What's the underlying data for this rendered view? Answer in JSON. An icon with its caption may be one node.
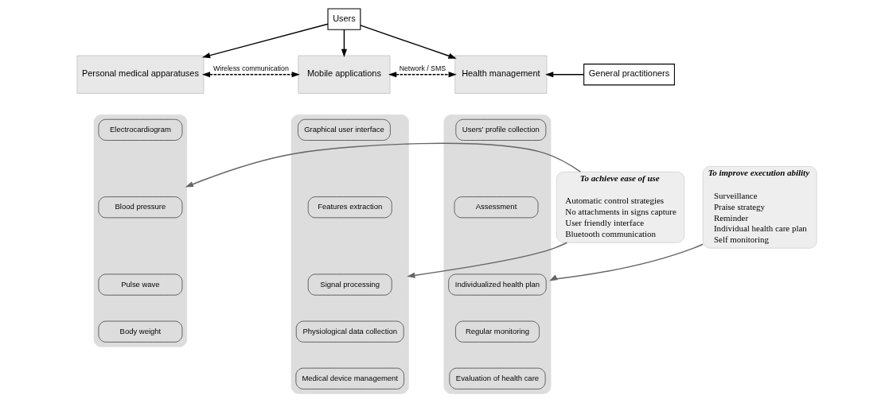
{
  "diagram": {
    "nodes": [
      {
        "text": [
          "Users"
        ]
      },
      {
        "text": [
          "Personal medical apparatuses"
        ]
      },
      {
        "text": [
          "Mobile applications"
        ]
      },
      {
        "text": [
          "Health management"
        ]
      },
      {
        "text": [
          "General practitioners"
        ]
      },
      {
        "text": [],
        "shape": "box"
      },
      {
        "text": [
          "Electrocardiogram"
        ],
        "in": 5
      },
      {
        "text": [
          "Blood pressure"
        ],
        "in": 5
      },
      {
        "text": [
          "Pulse wave"
        ],
        "in": 5
      },
      {
        "text": [
          "Body weight"
        ],
        "in": 5
      },
      {
        "text": [
          "To achieve ease of use",
          "Automatic control strategies",
          "No attachments in signs capture",
          "User friendly interface",
          "Bluetooth communication"
        ]
      },
      {
        "text": [],
        "shape": "box"
      },
      {
        "text": [
          "Graphical user interface"
        ],
        "in": 11
      },
      {
        "text": [
          "Features extraction"
        ],
        "in": 11
      },
      {
        "text": [
          "Signal processing"
        ],
        "in": 11
      },
      {
        "text": [
          "Physiological data collection"
        ],
        "in": 11
      },
      {
        "text": [
          "Medical device management"
        ],
        "in": 11
      },
      {
        "text": [],
        "shape": "box"
      },
      {
        "text": [
          "Users’ profile collection"
        ],
        "in": 17
      },
      {
        "text": [
          "Assessment"
        ],
        "in": 17
      },
      {
        "text": [
          "Individualized health plan"
        ],
        "in": 17
      },
      {
        "text": [
          "Regular monitoring"
        ],
        "in": 17
      },
      {
        "text": [
          "Evaluation of health care"
        ],
        "in": 17
      },
      {
        "text": [
          "To improve execution ability",
          "Surveillance",
          "Praise strategy",
          "Reminder",
          "Individual health care plan",
          "Self monitoring"
        ]
      }
    ],
    "edges": [
      {
        "from": 0,
        "to": 1,
        "arrow": "to"
      },
      {
        "from": 0,
        "to": 2,
        "arrow": "to"
      },
      {
        "from": 0,
        "to": 3,
        "arrow": "to"
      },
      {
        "from": 1,
        "to": 2,
        "arrow": "both",
        "style": "dashed",
        "label": "Wireless communication"
      },
      {
        "from": 2,
        "to": 3,
        "arrow": "both",
        "style": "dashed",
        "label": "Network / SMS"
      },
      {
        "from": 4,
        "to": 3,
        "arrow": "to"
      },
      {
        "from": 10,
        "to": 5,
        "arrow": "to",
        "color": "#666666"
      },
      {
        "from": 10,
        "to": 11,
        "arrow": "to",
        "color": "#666666"
      },
      {
        "from": 23,
        "to": 17,
        "arrow": "to",
        "color": "#666666"
      }
    ]
  }
}
